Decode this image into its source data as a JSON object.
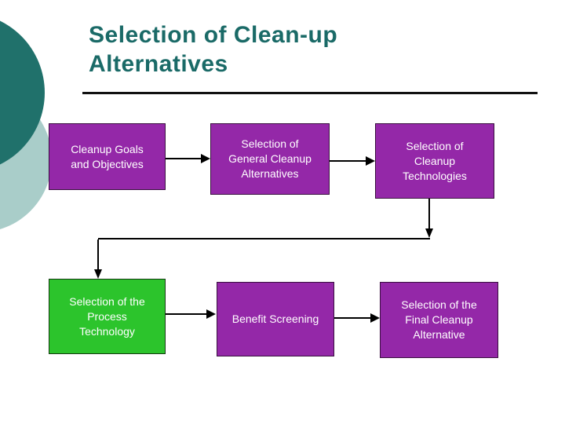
{
  "slide": {
    "title": "Selection of Clean-up\nAlternatives"
  },
  "flowchart": {
    "row1": [
      {
        "label": "Cleanup Goals\nand Objectives",
        "color": "purple"
      },
      {
        "label": "Selection of\nGeneral Cleanup\nAlternatives",
        "color": "purple"
      },
      {
        "label": "Selection of\nCleanup\nTechnologies",
        "color": "purple"
      }
    ],
    "row2": [
      {
        "label": "Selection of the\nProcess\nTechnology",
        "color": "green"
      },
      {
        "label": "Benefit Screening",
        "color": "purple"
      },
      {
        "label": "Selection of the\nFinal Cleanup\nAlternative",
        "color": "purple"
      }
    ],
    "connections": [
      "cleanup-goals -> general-cleanup-alternatives",
      "general-cleanup-alternatives -> cleanup-technologies",
      "cleanup-technologies -> process-technology",
      "process-technology -> benefit-screening",
      "benefit-screening -> final-cleanup-alternative"
    ]
  },
  "colors": {
    "title_teal": "#1a6a67",
    "circle_dark_teal": "#20716b",
    "circle_light_teal": "#a9cdc9",
    "box_purple": "#9428a8",
    "box_green": "#2cc42c",
    "box_text": "#ffffff",
    "connector_black": "#000000"
  }
}
